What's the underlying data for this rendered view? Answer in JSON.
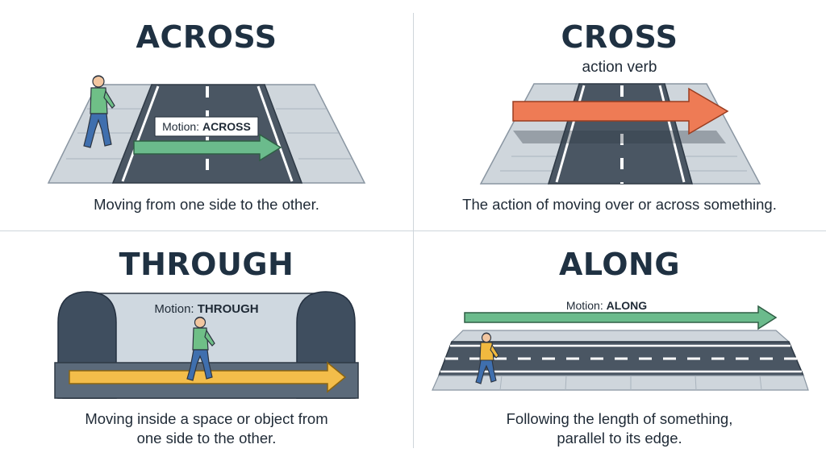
{
  "panels": [
    {
      "title": "ACROSS",
      "label_prefix": "Motion: ",
      "label_strong": "ACROSS",
      "caption": [
        "Moving from one side to the other."
      ]
    },
    {
      "title": "CROSS",
      "subtitle": "action verb",
      "caption": [
        "The action of moving over or across something."
      ]
    },
    {
      "title": "THROUGH",
      "label_prefix": "Motion: ",
      "label_strong": "THROUGH",
      "caption": [
        "Moving inside a space or object from",
        "one side to the other."
      ]
    },
    {
      "title": "ALONG",
      "label_prefix": "Motion: ",
      "label_strong": "ALONG",
      "caption": [
        "Following the length of something,",
        "parallel to its edge."
      ]
    }
  ],
  "colors": {
    "road": "#4a5663",
    "sidewalk": "#cfd6dc",
    "arrow_green": "#6bbb8c",
    "arrow_orange": "#ee7b55",
    "arrow_yellow": "#f3bd4a",
    "tunnel_end": "#3f4e5f",
    "tunnel_wall": "#cfd8e0",
    "shirt_green": "#6fbf87",
    "shirt_yellow": "#f1b93f",
    "pants": "#3f6fae",
    "skin": "#f2c6a0",
    "hair": "#2c3440"
  },
  "icons": [
    "walking-person-icon",
    "arrow-right-icon"
  ]
}
